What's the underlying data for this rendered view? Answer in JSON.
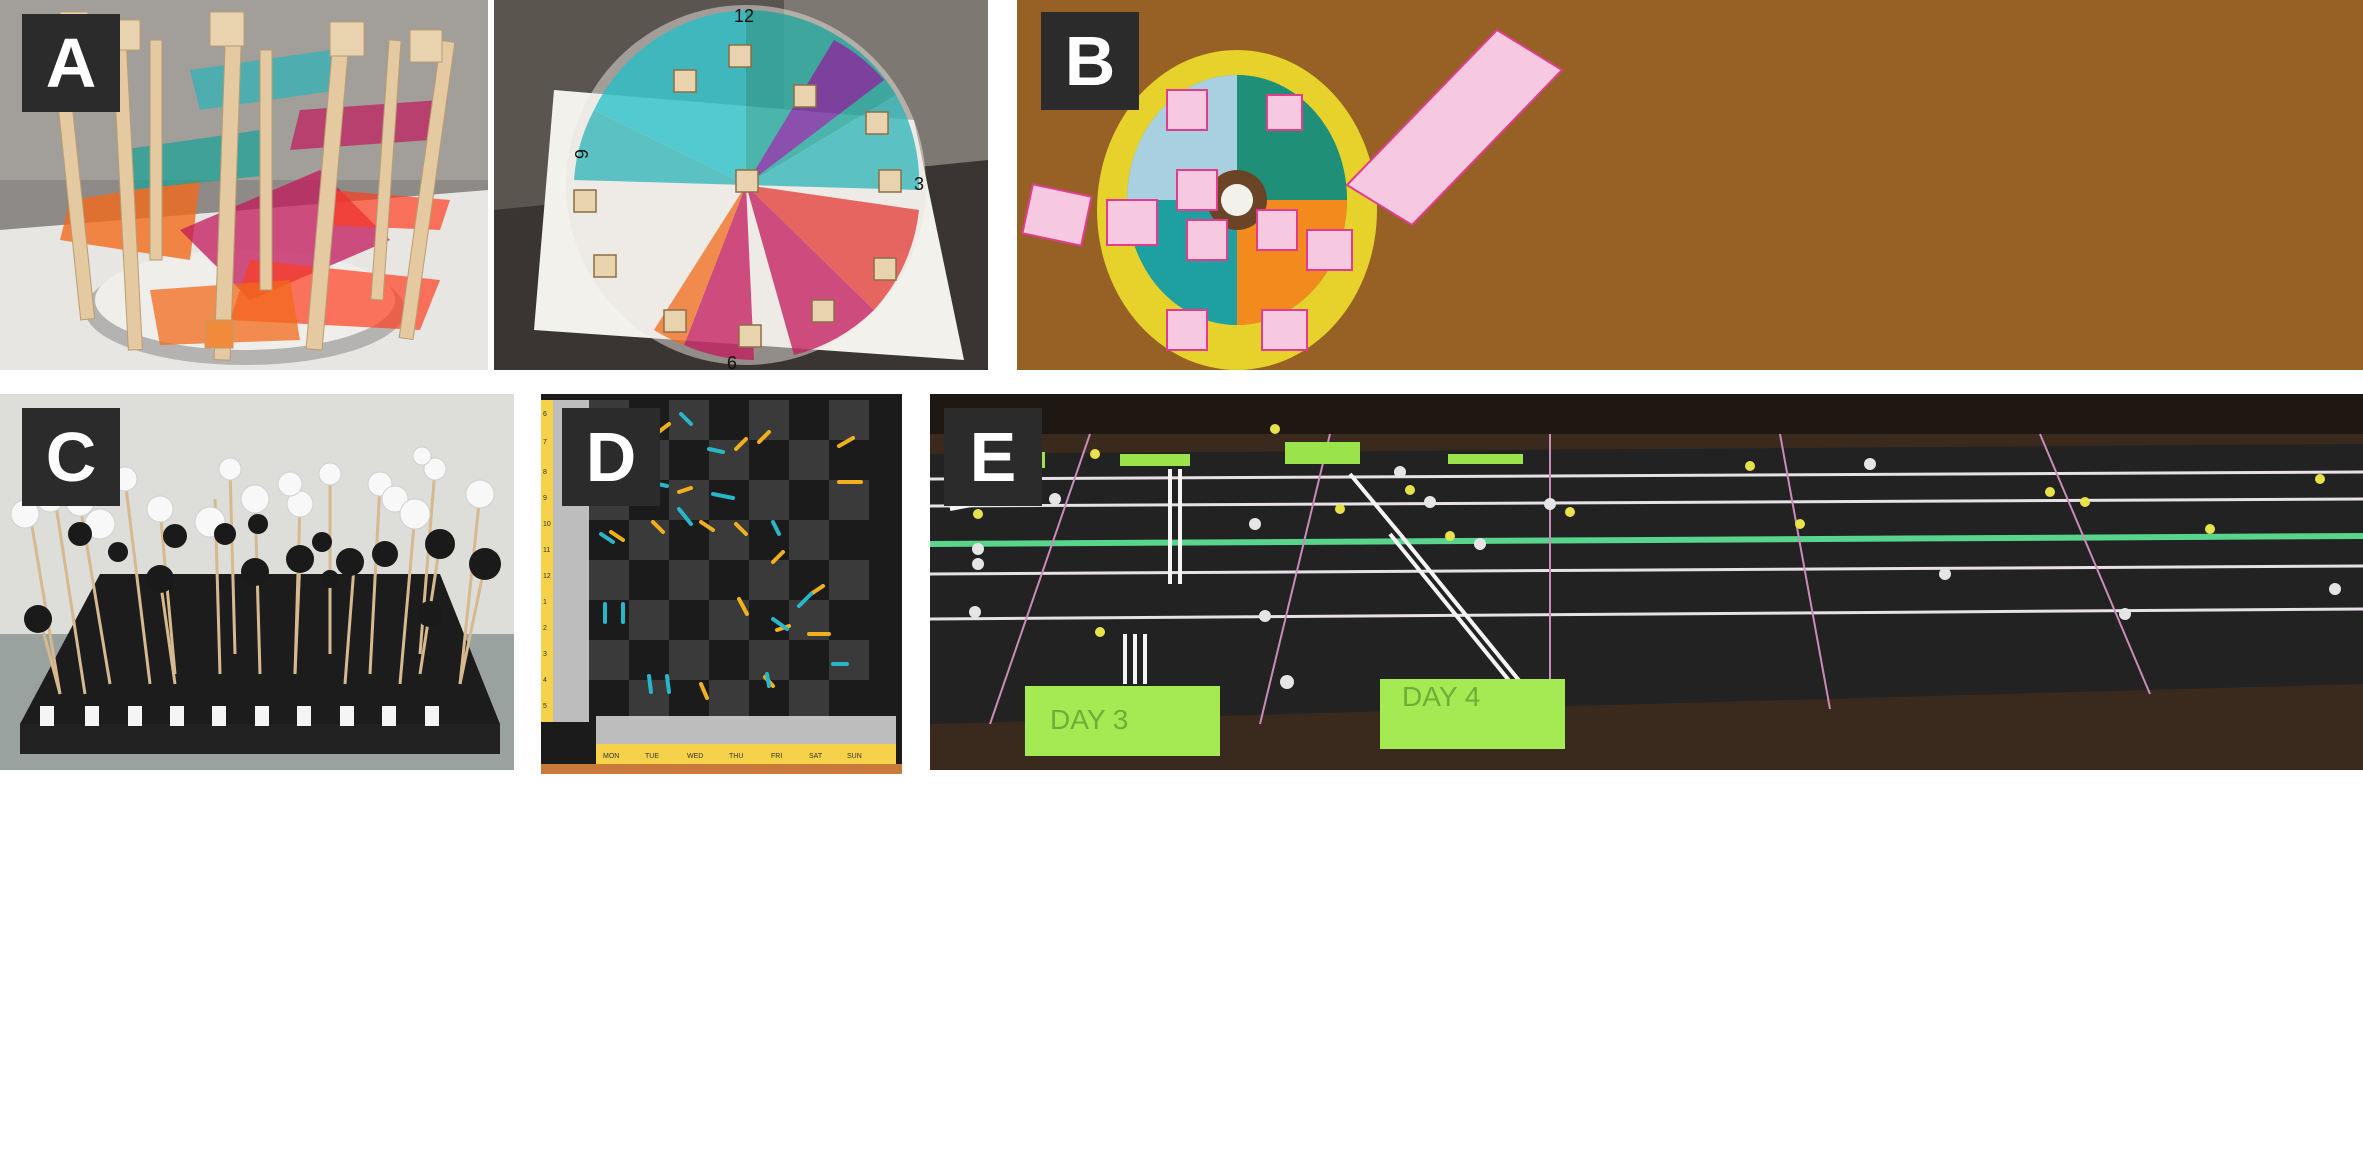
{
  "figure": {
    "panels": [
      {
        "letter": "A"
      },
      {
        "letter": "B"
      },
      {
        "letter": "C"
      },
      {
        "letter": "D"
      },
      {
        "letter": "E"
      }
    ],
    "clock_numbers": [
      "12",
      "3",
      "6",
      "9"
    ],
    "weekdays": [
      "MON",
      "TUE",
      "WED",
      "THU",
      "FRI",
      "SAT",
      "SUN"
    ],
    "row_numbers": [
      "6",
      "7",
      "8",
      "9",
      "10",
      "11",
      "12",
      "1",
      "2",
      "3",
      "4",
      "5"
    ],
    "day_tags": [
      "DAY 3",
      "DAY 4"
    ]
  },
  "colors": {
    "badge": "#2b2b2b",
    "teal": "#2ab3b8",
    "magenta": "#c2185b",
    "orange": "#f26a1b",
    "yellow_tab": "#f5d24a",
    "lime_tag": "#9be34a"
  }
}
